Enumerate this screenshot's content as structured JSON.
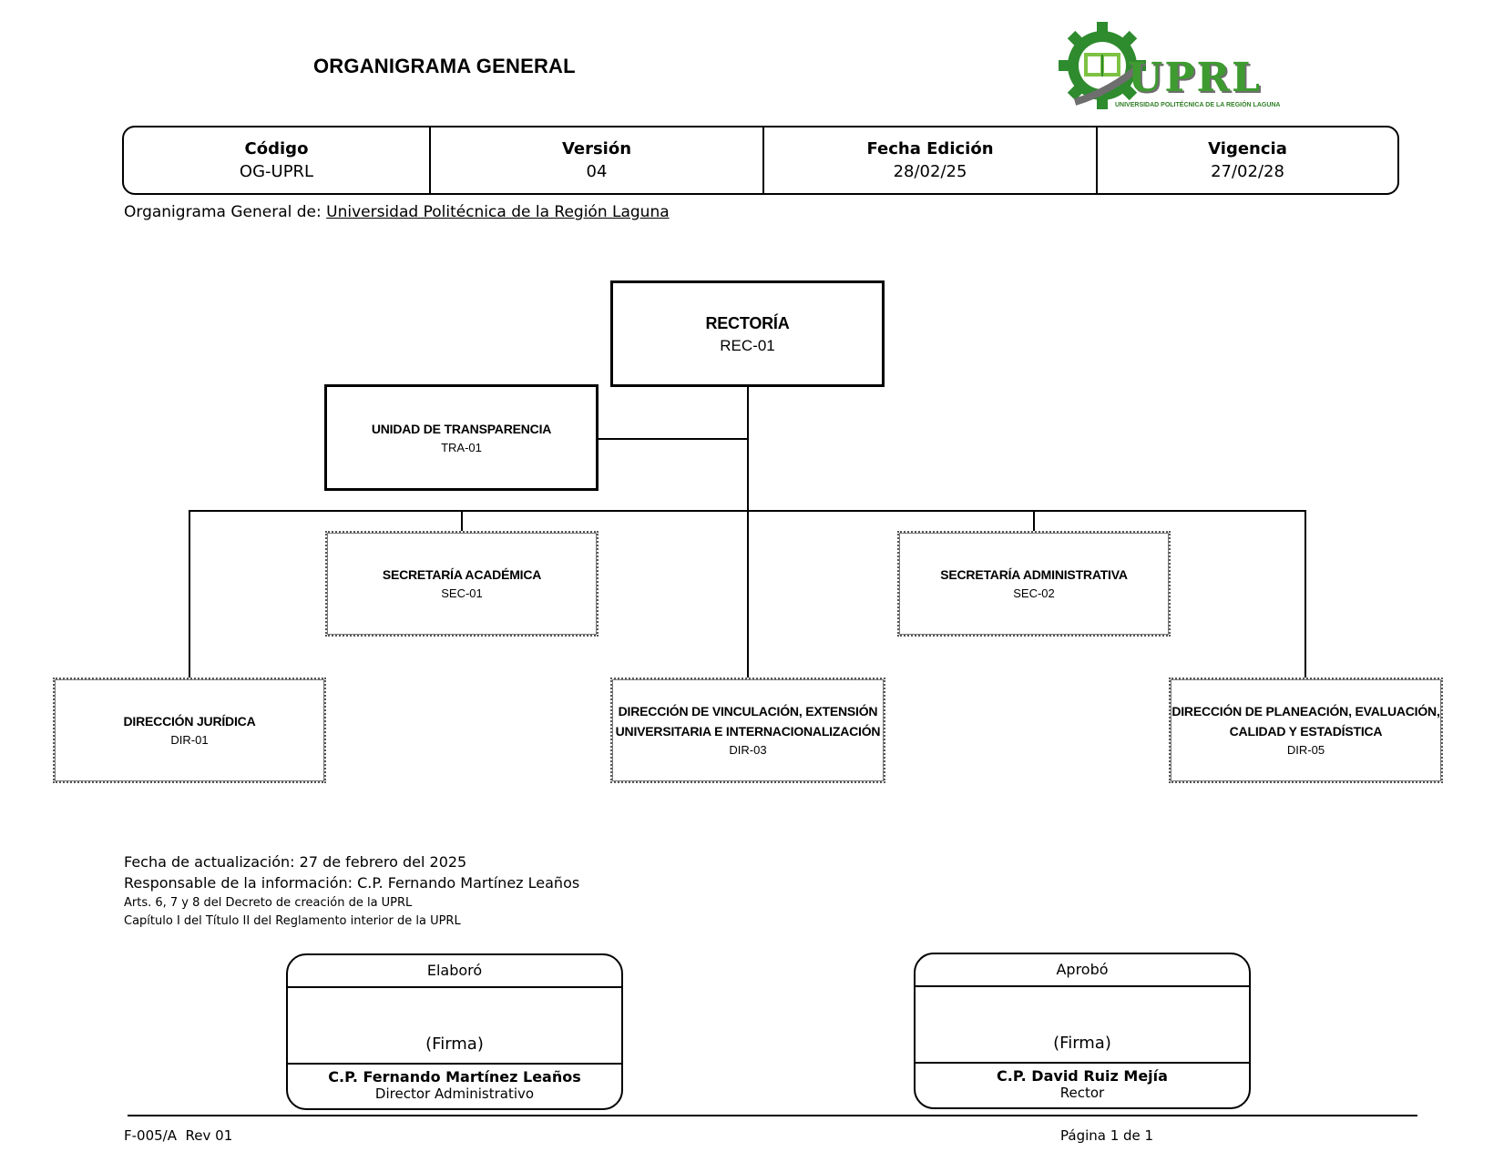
{
  "header": {
    "title": "ORGANIGRAMA GENERAL",
    "logo_text": "UPRL",
    "logo_subtext": "UNIVERSIDAD POLITÉCNICA DE LA REGIÓN LAGUNA"
  },
  "meta": [
    {
      "label": "Código",
      "value": "OG-UPRL"
    },
    {
      "label": "Versión",
      "value": "04"
    },
    {
      "label": "Fecha Edición",
      "value": "28/02/25"
    },
    {
      "label": "Vigencia",
      "value": "27/02/28"
    }
  ],
  "subtitle": {
    "prefix": "Organigrama General de:",
    "institution": "Universidad Politécnica de la Región Laguna"
  },
  "org": {
    "rectoria": {
      "name": "RECTORÍA",
      "code": "REC-01"
    },
    "transparencia": {
      "name": "UNIDAD DE TRANSPARENCIA",
      "code": "TRA-01"
    },
    "sec_academica": {
      "name": "SECRETARÍA ACADÉMICA",
      "code": "SEC-01"
    },
    "sec_administrativa": {
      "name": "SECRETARÍA ADMINISTRATIVA",
      "code": "SEC-02"
    },
    "dir_juridica": {
      "name": "DIRECCIÓN JURÍDICA",
      "code": "DIR-01"
    },
    "dir_vinculacion": {
      "name_line1": "DIRECCIÓN DE VINCULACIÓN, EXTENSIÓN",
      "name_line2": "UNIVERSITARIA E INTERNACIONALIZACIÓN",
      "code": "DIR-03"
    },
    "dir_planeacion": {
      "name_line1": "DIRECCIÓN DE PLANEACIÓN, EVALUACIÓN,",
      "name_line2": "CALIDAD Y ESTADÍSTICA",
      "code": "DIR-05"
    }
  },
  "info": {
    "fecha": "Fecha de actualización: 27 de febrero del 2025",
    "responsable": "Responsable de la información: C.P. Fernando Martínez Leaños",
    "arts": "Arts. 6, 7 y 8 del Decreto de creación de la UPRL",
    "capitulo": "Capítulo I del Título II del Reglamento interior de la UPRL"
  },
  "signatures": {
    "elaboro": {
      "heading": "Elaboró",
      "firma": "(Firma)",
      "name": "C.P. Fernando Martínez Leaños",
      "role": "Director Administrativo"
    },
    "aprobo": {
      "heading": "Aprobó",
      "firma": "(Firma)",
      "name": "C.P. David Ruiz Mejía",
      "role": "Rector"
    }
  },
  "footer": {
    "form_code": "F-005/A  Rev 01",
    "page": "Página 1 de 1"
  }
}
